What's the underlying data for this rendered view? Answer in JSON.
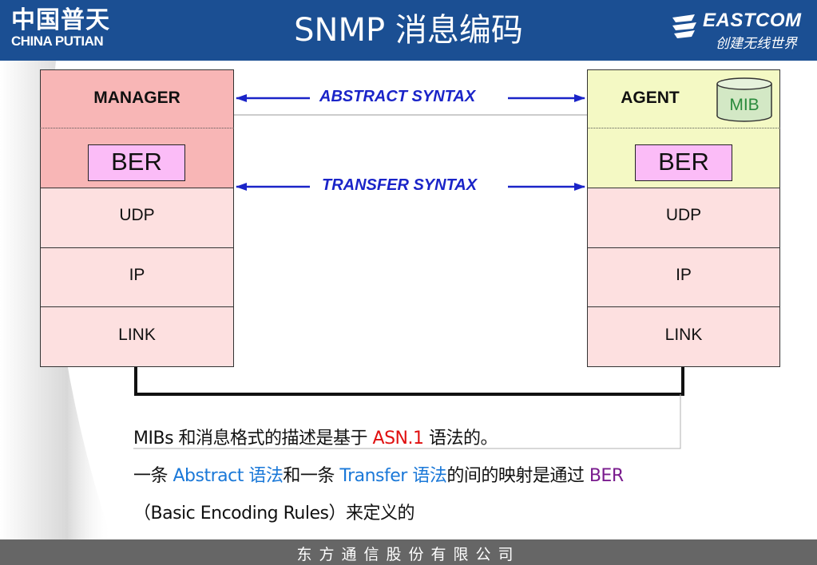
{
  "header": {
    "logo_cn": "中国普天",
    "logo_en": "CHINA PUTIAN",
    "title": "SNMP 消息编码",
    "brand": "EASTCOM",
    "brand_slogan": "创建无线世界"
  },
  "diagram": {
    "manager_stack": {
      "top_label": "MANAGER",
      "ber": "BER",
      "layers": [
        "UDP",
        "IP",
        "LINK"
      ]
    },
    "agent_stack": {
      "top_label": "AGENT",
      "mib": "MIB",
      "ber": "BER",
      "layers": [
        "UDP",
        "IP",
        "LINK"
      ]
    },
    "arrows": {
      "abstract": "ABSTRACT SYNTAX",
      "transfer": "TRANSFER SYNTAX"
    }
  },
  "body_text": {
    "line1": {
      "a": "MIBs 和消息格式的描述是基于 ",
      "b": "ASN.1",
      "c": " 语法的。"
    },
    "line2": {
      "a": "一条 ",
      "b": "Abstract",
      "c": " 语法",
      "d": "和一条 ",
      "e": "Transfer",
      "f": " 语法",
      "g": "的间的映射是通过 ",
      "h": "BER"
    },
    "line3": "（Basic Encoding Rules）来定义的"
  },
  "footer": {
    "company": "东方通信股份有限公司"
  },
  "colors": {
    "header_bg": "#1b4f93",
    "manager_top": "#f8b6b6",
    "stack_lower": "#fde0e0",
    "agent_top": "#f4f9c4",
    "ber_fill": "#fbbcf7",
    "arrow": "#1a24c8",
    "asn_red": "#e01010",
    "link_blue": "#1a78d8",
    "ber_purple": "#7a1c8e",
    "footer_bg": "#666666"
  }
}
